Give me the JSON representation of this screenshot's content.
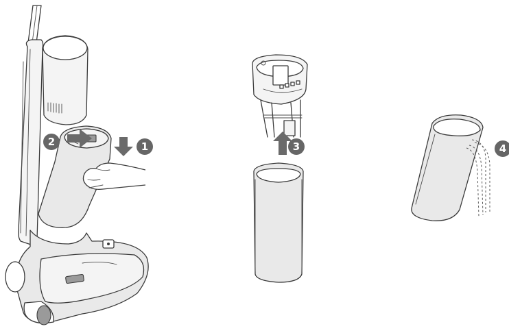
{
  "steps": [
    {
      "number": "1"
    },
    {
      "number": "2"
    },
    {
      "number": "3"
    },
    {
      "number": "4"
    }
  ],
  "colors": {
    "badge": "#666666",
    "arrow": "#6a6a6a",
    "line": "#3a3a3a"
  }
}
